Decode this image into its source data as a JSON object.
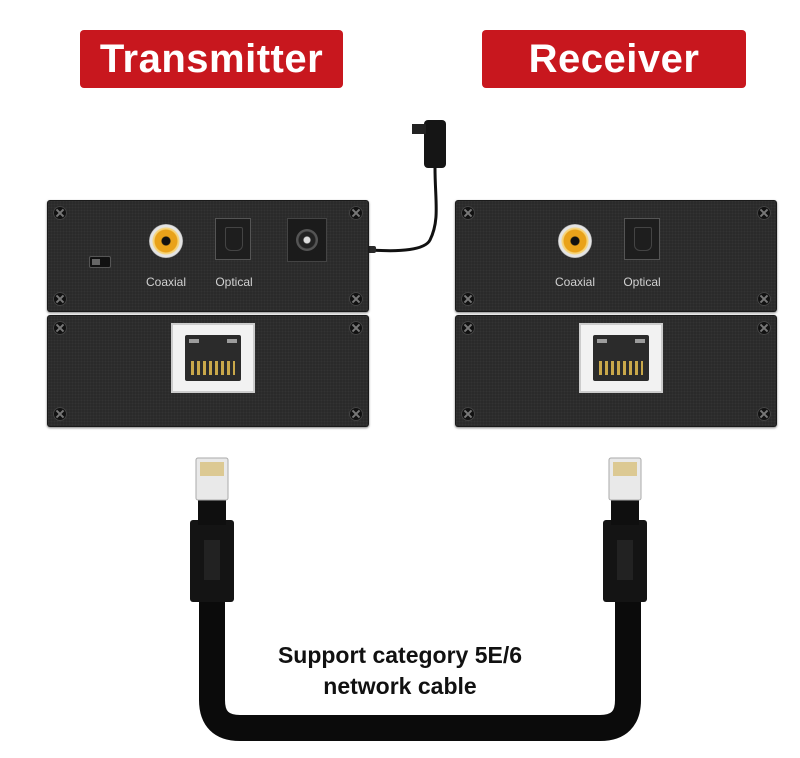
{
  "header": {
    "transmitter_label": "Transmitter",
    "receiver_label": "Receiver"
  },
  "transmitter": {
    "coaxial_label": "Coaxial",
    "optical_label": "Optical"
  },
  "receiver": {
    "coaxial_label": "Coaxial",
    "optical_label": "Optical"
  },
  "caption": {
    "line1": "Support category 5E/6",
    "line2": "network cable"
  },
  "colors": {
    "badge_red": "#c8171e",
    "device_body": "#2a2a2a",
    "cable": "#0b0b0b",
    "rca_gold": "#e9a21a"
  }
}
